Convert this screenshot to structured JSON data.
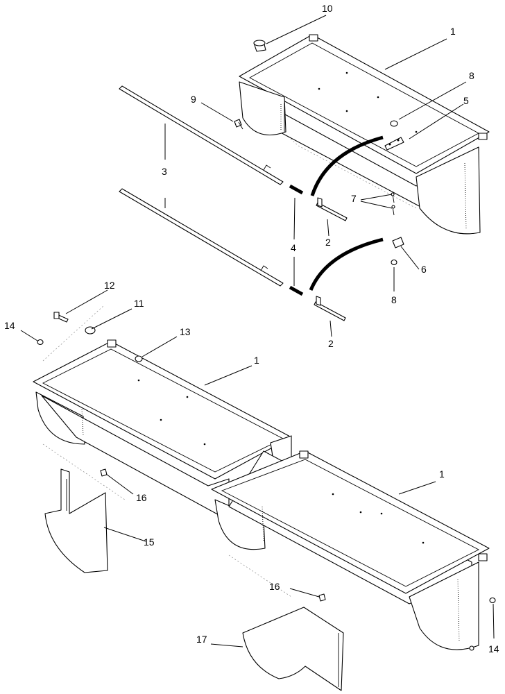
{
  "callouts": {
    "c1_top": "1",
    "c1_mid": "1",
    "c1_bot": "1",
    "c2_a": "2",
    "c2_b": "2",
    "c3": "3",
    "c4": "4",
    "c5": "5",
    "c6": "6",
    "c7": "7",
    "c8_a": "8",
    "c8_b": "8",
    "c9": "9",
    "c10": "10",
    "c11": "11",
    "c12": "12",
    "c13": "13",
    "c14_a": "14",
    "c14_b": "14",
    "c15": "15",
    "c16_a": "16",
    "c16_b": "16",
    "c17": "17"
  }
}
